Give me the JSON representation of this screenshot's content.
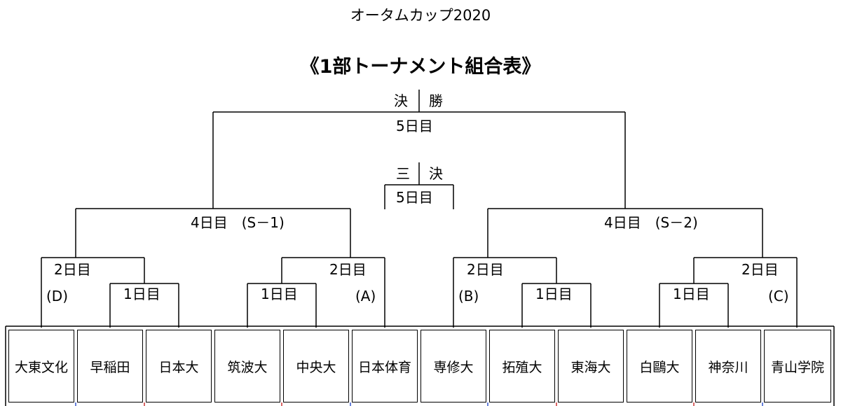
{
  "title": "オータムカップ2020",
  "subtitle": "《1部トーナメント組合表》",
  "labels": {
    "final": "決",
    "final_2": "勝",
    "final_day": "5日目",
    "third": "三",
    "third_2": "決",
    "third_day": "5日目",
    "semi_left": "4日目　(S－1)",
    "semi_right": "4日目　(S－2)",
    "r2_d_day": "2日目",
    "r2_a_day": "2日目",
    "r2_b_day": "2日目",
    "r2_c_day": "2日目",
    "tag_d": "(D)",
    "tag_a": "(A)",
    "tag_b": "(B)",
    "tag_c": "(C)",
    "r1_1_day": "1日目",
    "r1_2_day": "1日目",
    "r1_3_day": "1日目",
    "r1_4_day": "1日目"
  },
  "teams": [
    "大東文化",
    "早稲田",
    "日本大",
    "筑波大",
    "中央大",
    "日本体育",
    "専修大",
    "拓殖大",
    "東海大",
    "白鷗大",
    "神奈川",
    "青山学院"
  ],
  "colors": {
    "line": "#000000",
    "red_mark": "#cc3333",
    "blue_mark": "#3355cc"
  }
}
